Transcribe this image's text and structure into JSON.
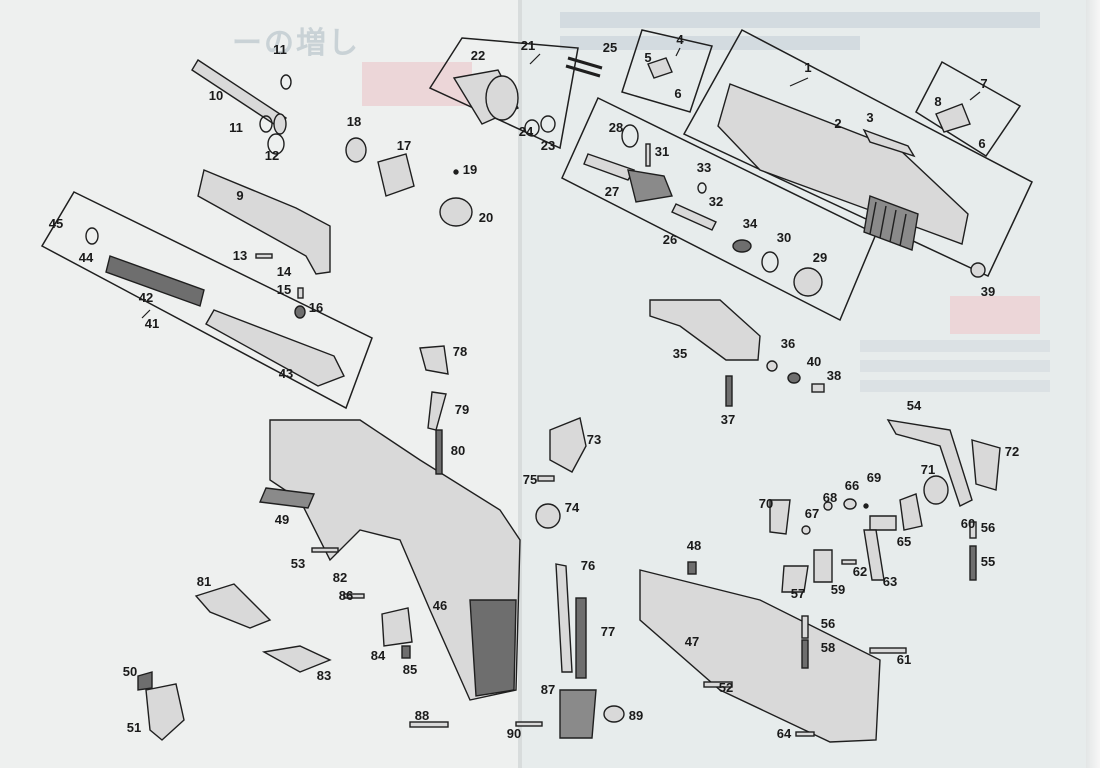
{
  "background_heading": "ーの増し",
  "part_numbers": [
    "1",
    "2",
    "3",
    "4",
    "5",
    "6",
    "7",
    "8",
    "6",
    "9",
    "10",
    "11",
    "11",
    "12",
    "13",
    "14",
    "15",
    "16",
    "17",
    "18",
    "19",
    "20",
    "21",
    "22",
    "23",
    "24",
    "25",
    "26",
    "27",
    "28",
    "29",
    "30",
    "31",
    "32",
    "33",
    "34",
    "35",
    "36",
    "37",
    "38",
    "39",
    "40",
    "41",
    "42",
    "43",
    "44",
    "45",
    "46",
    "47",
    "48",
    "49",
    "50",
    "51",
    "52",
    "53",
    "54",
    "55",
    "56",
    "56",
    "57",
    "58",
    "59",
    "60",
    "61",
    "62",
    "63",
    "64",
    "65",
    "66",
    "67",
    "68",
    "69",
    "70",
    "71",
    "72",
    "73",
    "74",
    "75",
    "76",
    "77",
    "78",
    "79",
    "80",
    "81",
    "82",
    "83",
    "84",
    "85",
    "86",
    "87",
    "88",
    "89",
    "90"
  ],
  "colors": {
    "line": "#1f1f1f",
    "part_fill": "#d9d9d9",
    "part_dark": "#6e6e6e",
    "paper": "#eef0ef"
  }
}
